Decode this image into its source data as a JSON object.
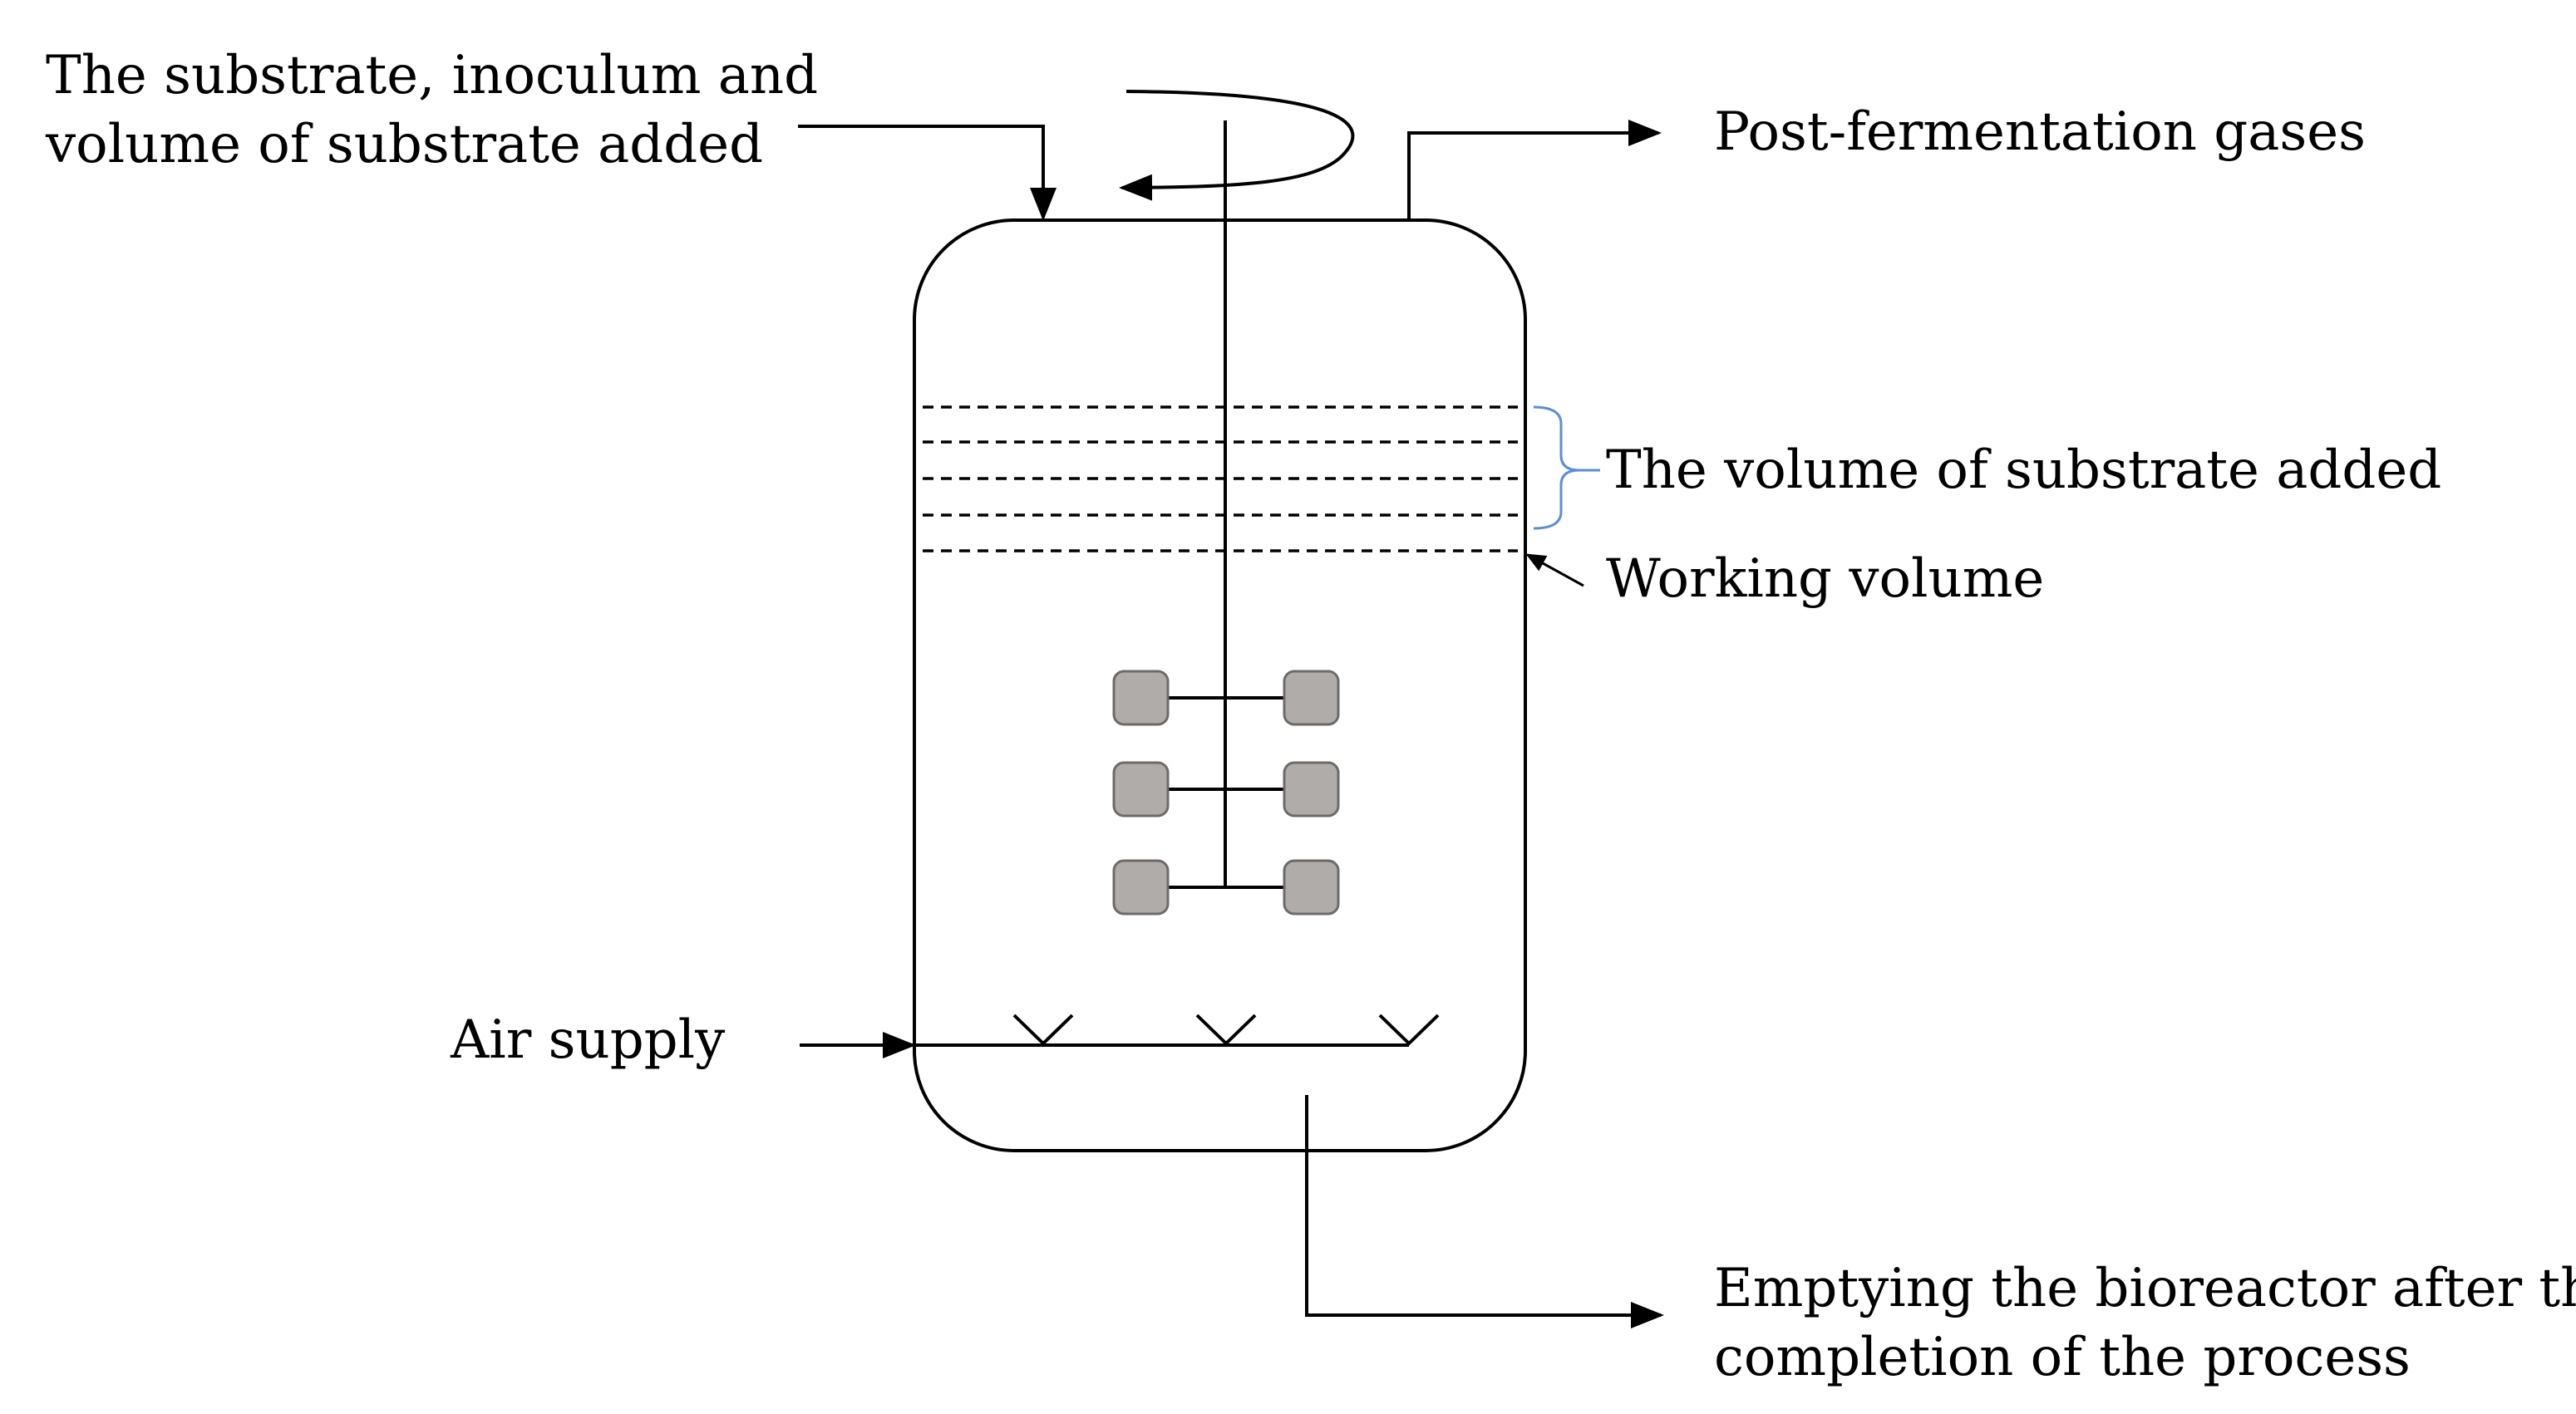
{
  "labels": {
    "feed_line1": "The substrate, inoculum and",
    "feed_line2": "volume of substrate added",
    "gases": "Post-fermentation gases",
    "volume_added": "The volume of substrate added",
    "working_volume": "Working volume",
    "air_supply": "Air supply",
    "emptying_line1": "Emptying the bioreactor after the",
    "emptying_line2": "completion of the process"
  },
  "colors": {
    "paddle_fill": "#b0aca9",
    "brace": "#5b8fd6"
  },
  "icons": {
    "stirrer": "stirrer-icon",
    "sparger": "sparger-icon"
  }
}
